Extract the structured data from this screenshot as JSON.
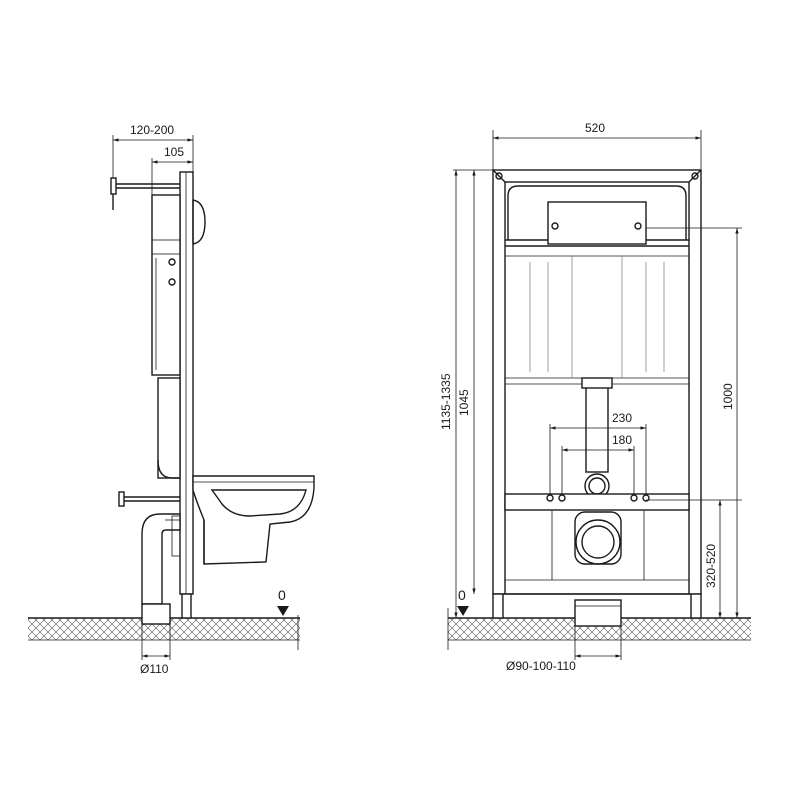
{
  "side_view": {
    "dim_depth": "120-200",
    "dim_frame_depth": "105",
    "dim_pipe": "Ø110",
    "floor_level": "0"
  },
  "front_view": {
    "dim_width": "520",
    "dim_total_height": "1135-1335",
    "dim_frame_height": "1045",
    "dim_cistern_height": "1000",
    "dim_bolt_spacing_outer": "230",
    "dim_bolt_spacing_inner": "180",
    "dim_outlet_height": "320-520",
    "dim_drain": "Ø90-100-110",
    "floor_level": "0"
  }
}
